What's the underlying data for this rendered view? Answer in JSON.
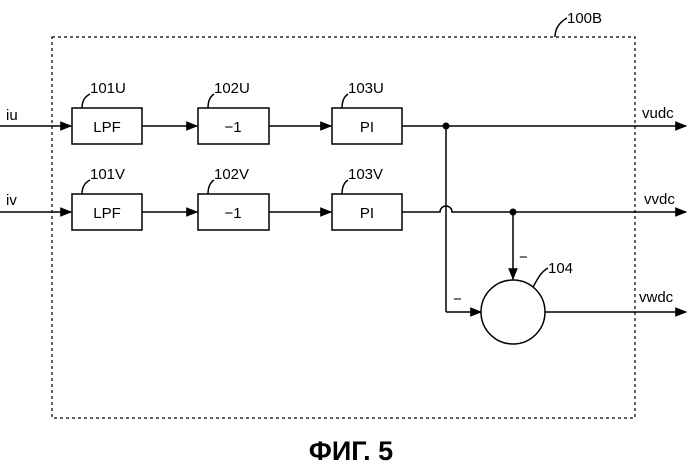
{
  "diagram": {
    "frame_label": "100B",
    "caption": "ФИГ. 5",
    "inputs": {
      "u": "iu",
      "v": "iv"
    },
    "outputs": {
      "u": "vudc",
      "v": "vvdc",
      "w": "vwdc"
    },
    "row_u": {
      "lpf": {
        "ref": "101U",
        "text": "LPF"
      },
      "neg": {
        "ref": "102U",
        "text": "−1"
      },
      "pi": {
        "ref": "103U",
        "text": "PI"
      }
    },
    "row_v": {
      "lpf": {
        "ref": "101V",
        "text": "LPF"
      },
      "neg": {
        "ref": "102V",
        "text": "−1"
      },
      "pi": {
        "ref": "103V",
        "text": "PI"
      }
    },
    "adder": {
      "ref": "104",
      "sign_top": "−",
      "sign_left": "−"
    }
  }
}
